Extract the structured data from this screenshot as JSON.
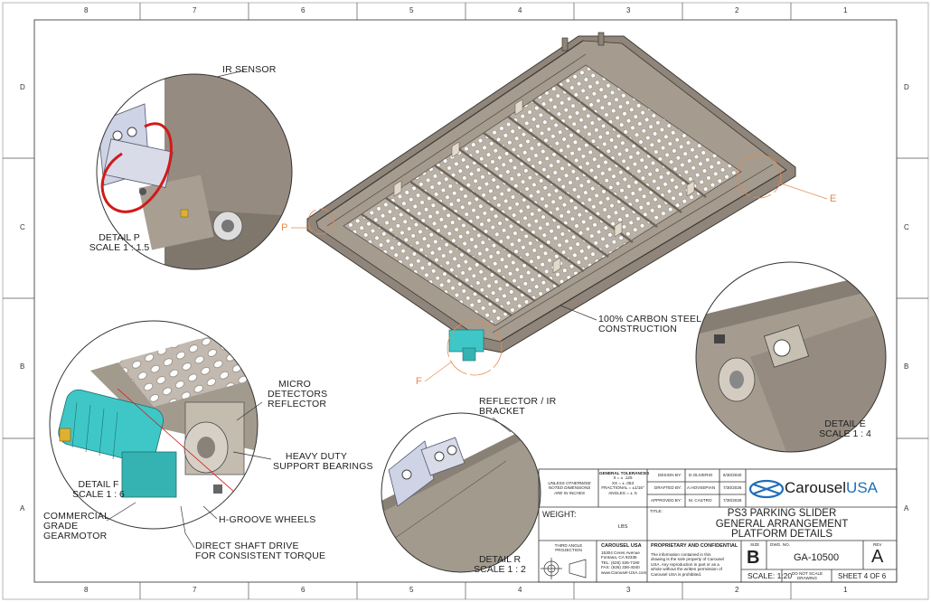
{
  "zones": {
    "columns": [
      "8",
      "7",
      "6",
      "5",
      "4",
      "3",
      "2",
      "1"
    ],
    "rows": [
      "D",
      "C",
      "B",
      "A"
    ]
  },
  "callouts": {
    "ir_sensor": "IR SENSOR",
    "detail_p": "DETAIL P",
    "scale_p": "SCALE 1 : 1.5",
    "p_marker": "P",
    "e_marker": "E",
    "f_marker": "F",
    "carbon_1": "100% CARBON STEEL",
    "carbon_2": "CONSTRUCTION",
    "micro_1": "MICRO",
    "micro_2": "DETECTORS",
    "micro_3": "REFLECTOR",
    "bearings_1": "HEAVY DUTY",
    "bearings_2": "SUPPORT BEARINGS",
    "detail_f": "DETAIL F",
    "scale_f": "SCALE 1 : 6",
    "gear_1": "COMMERCIAL",
    "gear_2": "GRADE",
    "gear_3": "GEARMOTOR",
    "hgroove": "H-GROOVE WHEELS",
    "shaft_1": "DIRECT SHAFT DRIVE",
    "shaft_2": "FOR CONSISTENT TORQUE",
    "reflector_1": "REFLECTOR / IR",
    "reflector_2": "BRACKET",
    "detail_r": "DETAIL R",
    "scale_r": "SCALE 1 : 2",
    "detail_e": "DETAIL E",
    "scale_e": "SCALE 1 : 4"
  },
  "title_block": {
    "unless_1": "UNLESS OTHERWISE",
    "unless_2": "NOTED DIMENSIONS",
    "unless_3": "ARE IN INCHES",
    "tol_header": "GENERAL TOLERANCES",
    "tol_1": "X = ± .125",
    "tol_2": "XX = ± .063",
    "tol_3": "FRACTIONAL = ±1/16\"",
    "tol_4": "ANGLES = ± .5",
    "designed_by_label": "DESIGN BY:",
    "designed_by": "D.OLIVERIO",
    "designed_date": "6/30/2020",
    "drafted_by_label": "DRAFTED BY:",
    "drafted_by": "A.HOVSEPIAN",
    "drafted_date": "7/30/2026",
    "approved_by_label": "APPROVED BY:",
    "approved_by": "M. CASTRO",
    "approved_date": "7/30/2026",
    "logo_word_1": "Carousel",
    "logo_word_2": "USA",
    "weight_label": "WEIGHT:",
    "weight_unit": "LBS",
    "title_label": "TITLE:",
    "title_1": "PS3 PARKING SLIDER",
    "title_2": "GENERAL ARRANGEMENT",
    "title_3": "PLATFORM DETAILS",
    "projection_1": "THIRD ANGLE",
    "projection_2": "PROJECTION",
    "company": "CAROUSEL USA",
    "addr_1": "15304 Ceres Avenue",
    "addr_2": "Fontana, CA 92335",
    "addr_3": "TEL: (626) 336-7190",
    "addr_4": "FAX: (626) 336-4040",
    "addr_5": "www.Carousel-USA.com",
    "prop_header": "PROPRIETARY AND CONFIDENTIAL",
    "prop_1": "The information contained in this",
    "prop_2": "drawing is the sole property of Carousel",
    "prop_3": "USA. Any reproduction in part or as a",
    "prop_4": "whole without the written permission of",
    "prop_5": "Carousel USA is prohibited.",
    "size_label": "SIZE",
    "size": "B",
    "dwg_label": "DWG.  NO.",
    "dwg_no": "GA-10500",
    "rev_label": "REV",
    "rev": "A",
    "scale": "SCALE: 1:20",
    "no_scale_1": "DO NOT SCALE",
    "no_scale_2": "DRAWING",
    "sheet": "SHEET 4 OF 6"
  },
  "colors": {
    "border": "#555555",
    "metal": "#9a8f82",
    "metal_dark": "#6f665c",
    "metal_light": "#c9c0b4",
    "motor": "#3fc7c7",
    "accent_orange": "#e8894a",
    "cable_red": "#d11a1a",
    "logo_blue": "#1e6fb8"
  },
  "icons": [
    "carousel-logo-icon",
    "third-angle-projection-icon"
  ]
}
